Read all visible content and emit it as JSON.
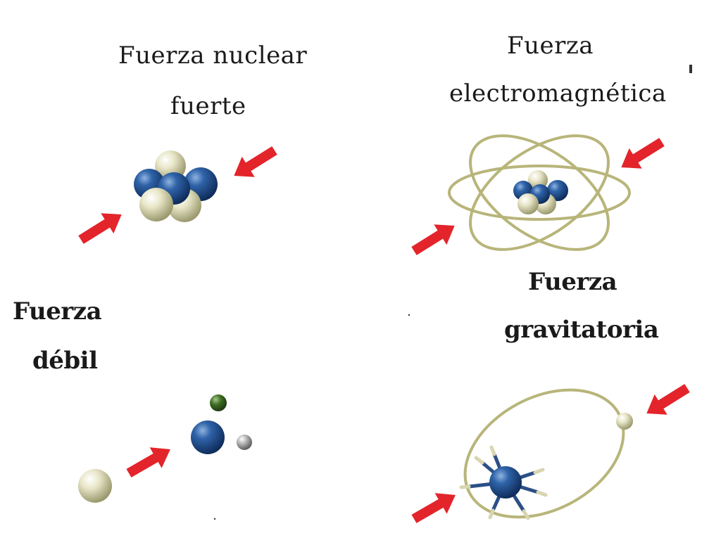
{
  "panels": {
    "strong": {
      "title_line1": "Fuerza  nuclear",
      "title_line2": "fuerte"
    },
    "electromagnetic": {
      "title_line1": "Fuerza",
      "title_line2": "electromagnética"
    },
    "gravitational": {
      "title_line1": "Fuerza",
      "title_line2": "gravitatoria"
    },
    "weak": {
      "title_line1": "Fuerza",
      "title_line2": "débil"
    }
  },
  "colors": {
    "arrow": "#e3242b",
    "proton": "#1f4e8c",
    "neutron": "#e4e2c2",
    "orbit": "#b8b57a",
    "green_particle": "#3d6b23",
    "grey_particle": "#a9a9a9"
  }
}
